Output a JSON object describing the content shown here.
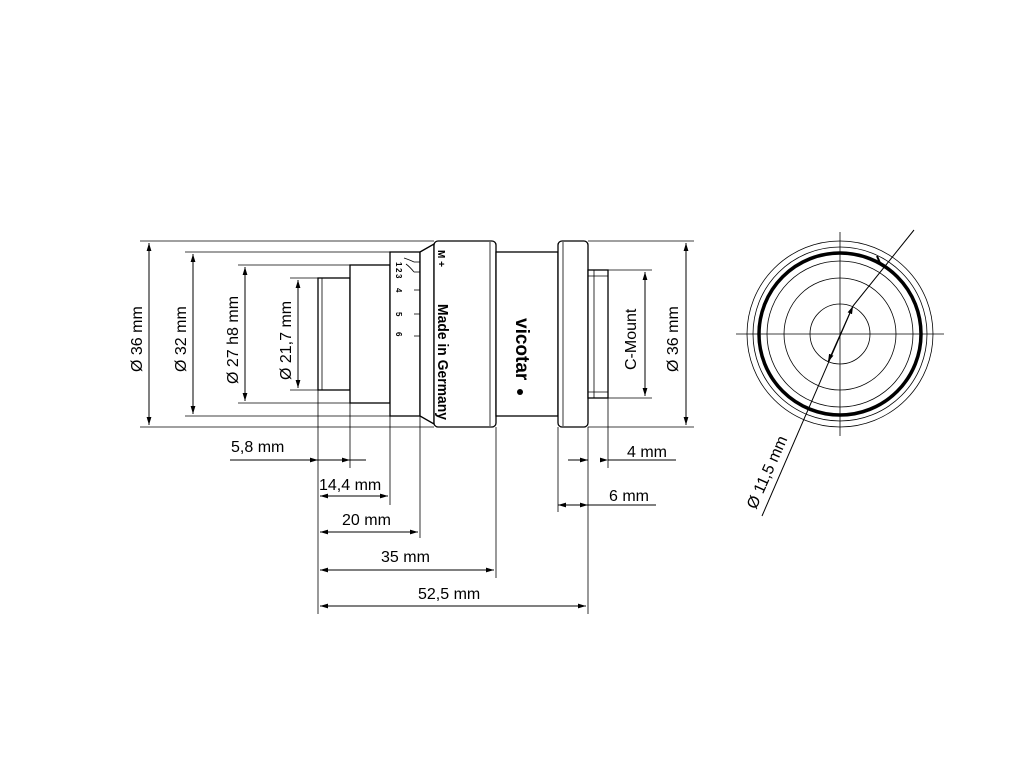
{
  "dimensions": {
    "dia_36_left": "Ø 36 mm",
    "dia_32": "Ø 32 mm",
    "dia_27": "Ø 27 h8 mm",
    "dia_21": "Ø 21,7 mm",
    "len_5_8": "5,8 mm",
    "len_14_4": "14,4 mm",
    "len_20": "20 mm",
    "len_35": "35 mm",
    "len_52_5": "52,5 mm",
    "len_4": "4 mm",
    "len_6": "6 mm",
    "c_mount": "C-Mount",
    "dia_36_right": "Ø 36 mm",
    "dia_11_5": "Ø 11,5 mm"
  },
  "lens_markings": {
    "focus_label": "M +",
    "focus_marks": [
      "1",
      "2",
      "3",
      "4",
      "5",
      "6"
    ],
    "origin": "Made in Germany",
    "brand": "vicotar"
  }
}
